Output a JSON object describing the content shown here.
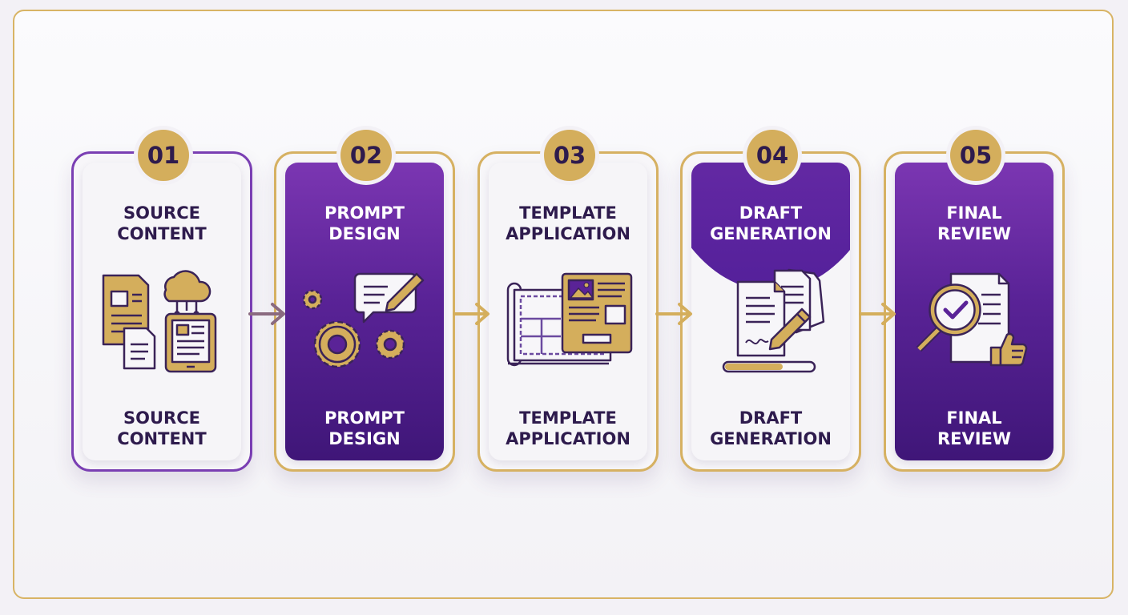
{
  "colors": {
    "gold": "#d4ae5c",
    "purple": "#5a2397",
    "navy": "#2e1b4d"
  },
  "steps": [
    {
      "number": "01",
      "title_top": [
        "SOURCE",
        "CONTENT"
      ],
      "title_bottom": [
        "SOURCE",
        "CONTENT"
      ],
      "icon": "documents-cloud-tablet-icon"
    },
    {
      "number": "02",
      "title_top": [
        "PROMPT",
        "DESIGN"
      ],
      "title_bottom": [
        "PROMPT",
        "DESIGN"
      ],
      "icon": "gears-chat-pencil-icon"
    },
    {
      "number": "03",
      "title_top": [
        "TEMPLATE",
        "APPLICATION"
      ],
      "title_bottom": [
        "TEMPLATE",
        "APPLICATION"
      ],
      "icon": "blueprint-template-icon"
    },
    {
      "number": "04",
      "title_top": [
        "DRAFT",
        "GENERATION"
      ],
      "title_bottom": [
        "DRAFT",
        "GENERATION"
      ],
      "icon": "document-pencil-progress-icon"
    },
    {
      "number": "05",
      "title_top": [
        "FINAL",
        "REVIEW"
      ],
      "title_bottom": [
        "FINAL",
        "REVIEW"
      ],
      "icon": "magnifier-check-thumbsup-icon"
    }
  ]
}
